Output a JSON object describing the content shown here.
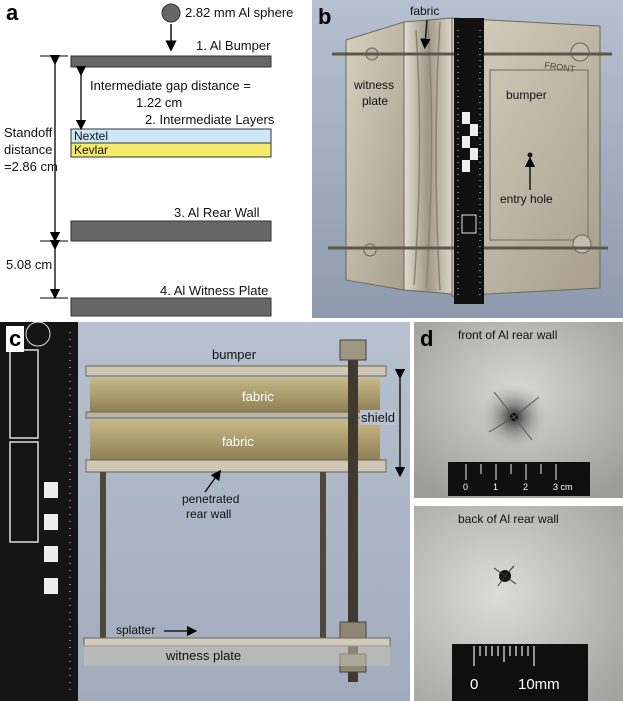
{
  "panel_a": {
    "letter": "a",
    "sphere": "2.82 mm Al sphere",
    "bumper": "1. Al Bumper",
    "gap_line1": "Intermediate gap distance =",
    "gap_line2": "1.22 cm",
    "intermediate": "2. Intermediate Layers",
    "nextel": "Nextel",
    "kevlar": "Kevlar",
    "standoff_line1": "Standoff",
    "standoff_line2": "distance",
    "standoff_line3": "=2.86 cm",
    "rear_wall": "3. Al Rear Wall",
    "gap2": "5.08 cm",
    "witness": "4. Al Witness Plate"
  },
  "panel_b": {
    "letter": "b",
    "fabric": "fabric",
    "witness_line1": "witness",
    "witness_line2": "plate",
    "bumper": "bumper",
    "entry_hole": "entry hole",
    "front_stamp": "FRONT"
  },
  "panel_c": {
    "letter": "c",
    "bumper": "bumper",
    "fabric1": "fabric",
    "fabric2": "fabric",
    "shield": "shield",
    "penetrated_line1": "penetrated",
    "penetrated_line2": "rear wall",
    "splatter": "splatter",
    "witness": "witness plate"
  },
  "panel_d": {
    "letter": "d",
    "front_title": "front of Al rear wall",
    "back_title": "back of Al rear wall",
    "scale_top": [
      "0",
      "1",
      "2",
      "3 cm"
    ],
    "scale_bottom": [
      "0",
      "10mm"
    ]
  },
  "colors": {
    "plate": "#676767",
    "nextel": "#cce8f8",
    "kevlar": "#f4eb6a",
    "photo_bg": "#aab6c6",
    "metal": "#b8b1a0"
  }
}
